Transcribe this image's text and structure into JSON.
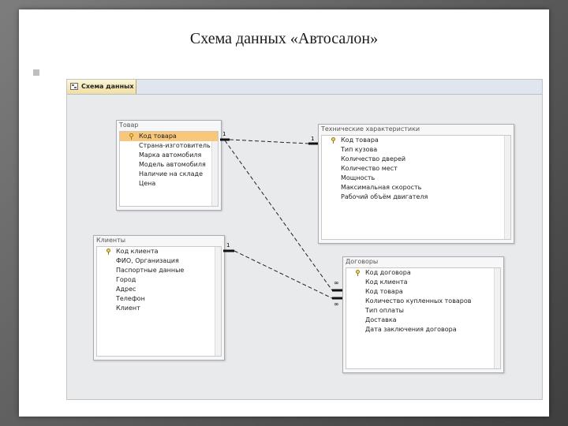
{
  "slide": {
    "title": "Схема данных «Автосалон»"
  },
  "window": {
    "tab_label": "Схема данных",
    "tab_icon": "schema-icon"
  },
  "tables": {
    "tovar": {
      "title": "Товар",
      "fields": [
        "Код товара",
        "Страна-изготовитель",
        "Марка автомобиля",
        "Модель автомобиля",
        "Наличие на складе",
        "Цена"
      ],
      "key_field_index": 0,
      "selected_field_index": 0
    },
    "tech": {
      "title": "Технические характеристики",
      "fields": [
        "Код товара",
        "Тип кузова",
        "Количество дверей",
        "Количество мест",
        "Мощность",
        "Максимальная скорость",
        "Рабочий объём двигателя"
      ],
      "key_field_index": 0
    },
    "clients": {
      "title": "Клиенты",
      "fields": [
        "Код клиента",
        "ФИО, Организация",
        "Паспортные данные",
        "Город",
        "Адрес",
        "Телефон",
        "Клиент"
      ],
      "key_field_index": 0
    },
    "contracts": {
      "title": "Договоры",
      "fields": [
        "Код договора",
        "Код клиента",
        "Код товара",
        "Количество купленных товаров",
        "Тип оплаты",
        "Доставка",
        "Дата заключения договора"
      ],
      "key_field_index": 0
    }
  },
  "relationships": {
    "one_label": "1",
    "many_label": "∞",
    "links": [
      {
        "from": "Товар",
        "to": "Технические характеристики",
        "from_end": "1",
        "to_end": "1"
      },
      {
        "from": "Товар",
        "to": "Договоры",
        "from_end": "1",
        "to_end": "∞"
      },
      {
        "from": "Клиенты",
        "to": "Договоры",
        "from_end": "1",
        "to_end": "∞"
      }
    ]
  },
  "colors": {
    "selected_field": "#f8c77a",
    "window_bg": "#e9eaec",
    "tab_active": "#f1dfa1"
  }
}
